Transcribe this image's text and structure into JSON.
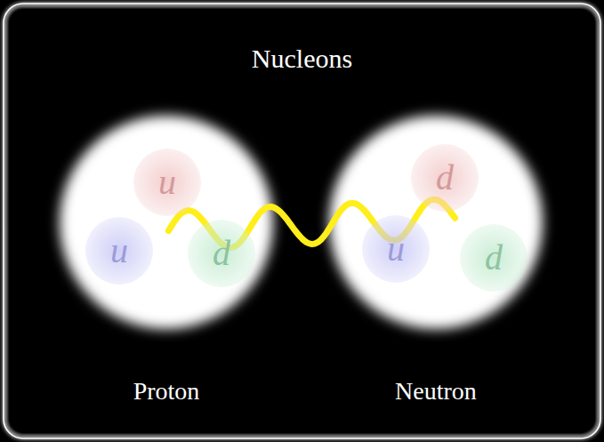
{
  "diagram": {
    "title": "Nucleons",
    "nodes": [
      {
        "text": [
          "Proton"
        ]
      },
      {
        "text": [
          "u"
        ],
        "in": 0
      },
      {
        "text": [
          "u"
        ],
        "in": 0
      },
      {
        "text": [
          "d"
        ],
        "in": 0
      },
      {
        "text": [
          "Neutron"
        ]
      },
      {
        "text": [
          "d"
        ],
        "in": 4
      },
      {
        "text": [
          "u"
        ],
        "in": 4
      },
      {
        "text": [
          "d"
        ],
        "in": 4
      }
    ],
    "edges": [
      {
        "from": 0,
        "to": 4,
        "arrow": "none"
      }
    ]
  }
}
